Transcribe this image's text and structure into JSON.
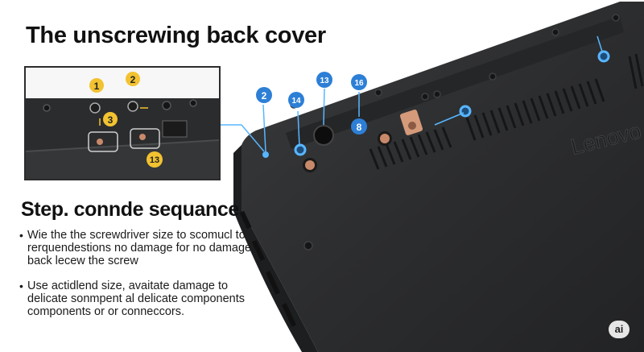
{
  "title": "The unscrewing back cover",
  "subtitle": "Step. connde sequance",
  "brand_label": "Lenovo",
  "watermark": "ai",
  "bullets": [
    {
      "lines": [
        "Wie the the screwdriver size to scomucl to",
        "rerquendestions no damage for no damage",
        "back lecew the screw"
      ]
    },
    {
      "lines": [
        "Use actidlend size, avaitate damage to",
        "delicate sonmpent al delicate components",
        "components or or conneccors."
      ]
    }
  ],
  "inset_callouts": [
    "1",
    "2",
    "3",
    "13"
  ],
  "laptop_callouts": [
    "2",
    "14",
    "13",
    "16",
    "8"
  ],
  "colors": {
    "laptop_body": "#2b2c2e",
    "laptop_edge": "#3a3b3d",
    "callout_blue": "#2d7fd6",
    "callout_yellow": "#f2c230",
    "copper": "#c8896a",
    "highlight_blue": "#58b6ff"
  }
}
